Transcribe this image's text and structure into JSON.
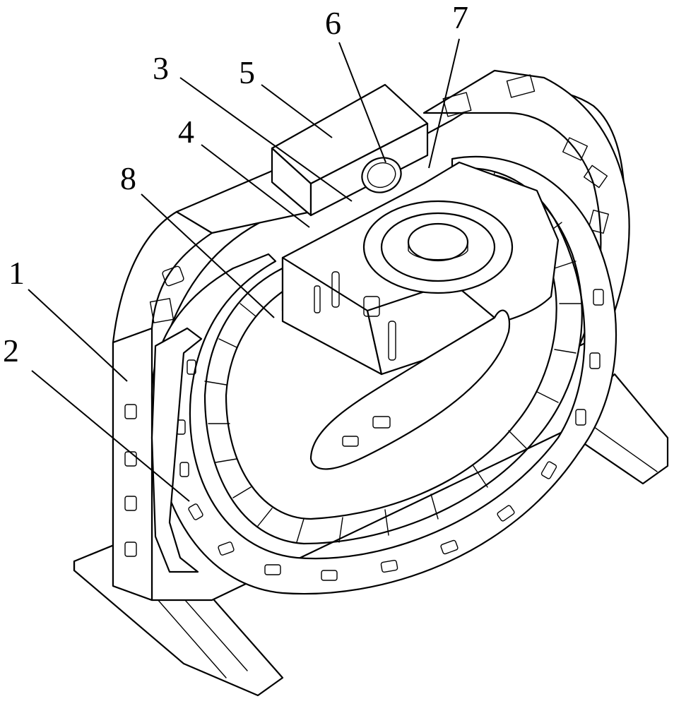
{
  "figure": {
    "callouts": [
      {
        "number": "1"
      },
      {
        "number": "2"
      },
      {
        "number": "3"
      },
      {
        "number": "4"
      },
      {
        "number": "5"
      },
      {
        "number": "6"
      },
      {
        "number": "7"
      },
      {
        "number": "8"
      }
    ]
  }
}
